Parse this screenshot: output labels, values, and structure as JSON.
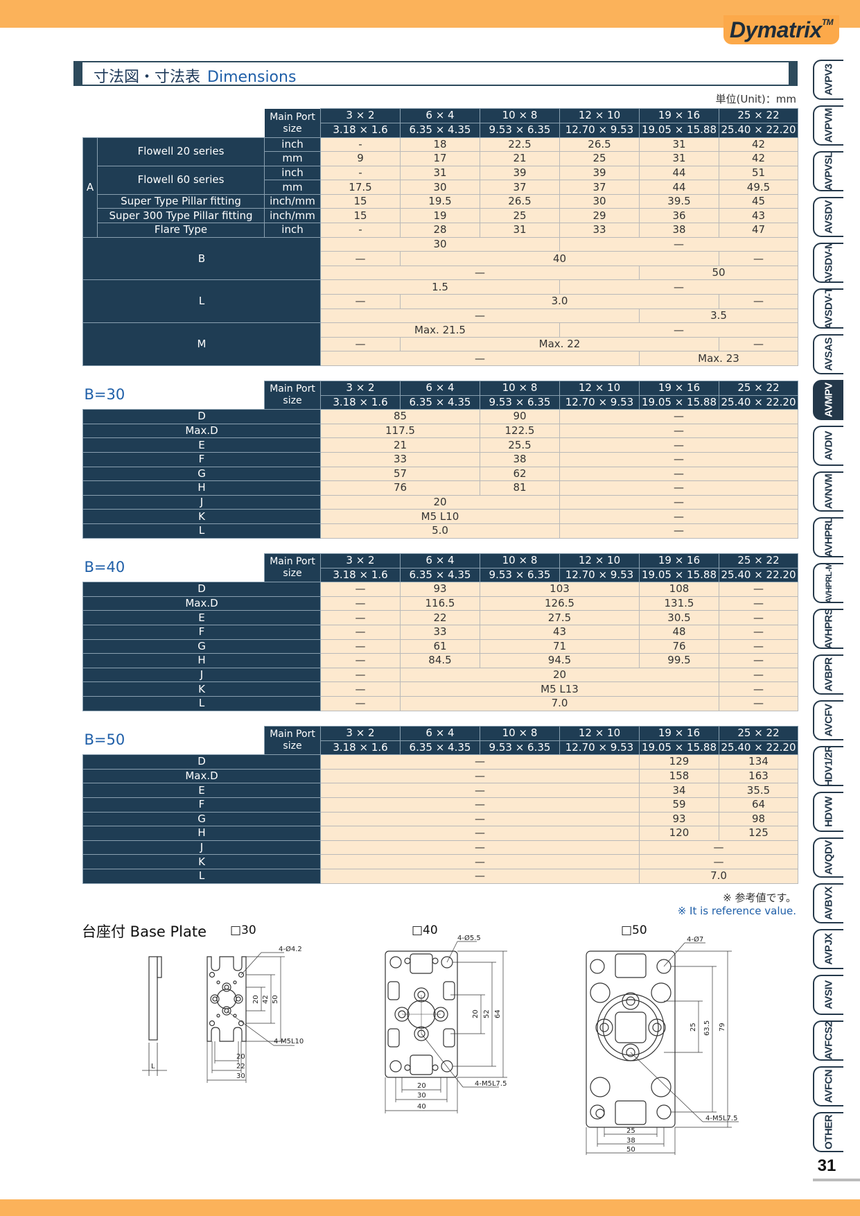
{
  "brand": "Dymatrix",
  "brand_tm": "TM",
  "title_jp": "寸法図・寸法表",
  "title_en": "Dimensions",
  "unit": "単位(Unit)：mm",
  "hdr": {
    "main_port": "Main Port",
    "size": "size",
    "nominal": [
      "3 × 2",
      "6 × 4",
      "10 × 8",
      "12 × 10",
      "19 × 16",
      "25 × 22"
    ],
    "mm": [
      "3.18 × 1.6",
      "6.35 × 4.35",
      "9.53 × 6.35",
      "12.70 × 9.53",
      "19.05 × 15.88",
      "25.40 × 22.20"
    ]
  },
  "main": {
    "A": "A",
    "fw20": "Flowell 20 series",
    "fw60": "Flowell 60 series",
    "super": "Super Type Pillar fitting",
    "super300": "Super 300 Type Pillar fitting",
    "flare": "Flare Type",
    "inch": "inch",
    "mm": "mm",
    "inchmm": "inch/mm",
    "fw20_inch": [
      "-",
      "18",
      "22.5",
      "26.5",
      "31",
      "42"
    ],
    "fw20_mm": [
      "9",
      "17",
      "21",
      "25",
      "31",
      "42"
    ],
    "fw60_inch": [
      "-",
      "31",
      "39",
      "39",
      "44",
      "51"
    ],
    "fw60_mm": [
      "17.5",
      "30",
      "37",
      "37",
      "44",
      "49.5"
    ],
    "super_v": [
      "15",
      "19.5",
      "26.5",
      "30",
      "39.5",
      "45"
    ],
    "super300_v": [
      "15",
      "19",
      "25",
      "29",
      "36",
      "43"
    ],
    "flare_v": [
      "-",
      "28",
      "31",
      "33",
      "38",
      "47"
    ],
    "B": "B",
    "L": "L",
    "M": "M",
    "dash": "—",
    "B_r1": "30",
    "B_r2": "40",
    "B_r3": "50",
    "L_r1": "1.5",
    "L_r2": "3.0",
    "L_r3": "3.5",
    "M_r1": "Max. 21.5",
    "M_r2": "Max. 22",
    "M_r3": "Max. 23"
  },
  "b30": {
    "label": "B=30",
    "rows": [
      "D",
      "Max.D",
      "E",
      "F",
      "G",
      "H",
      "J",
      "K",
      "L"
    ],
    "c1": [
      "85",
      "117.5",
      "21",
      "33",
      "57",
      "76"
    ],
    "c2": [
      "90",
      "122.5",
      "25.5",
      "38",
      "62",
      "81"
    ],
    "J": "20",
    "K": "M5 L10",
    "L": "5.0"
  },
  "b40": {
    "label": "B=40",
    "rows": [
      "D",
      "Max.D",
      "E",
      "F",
      "G",
      "H",
      "J",
      "K",
      "L"
    ],
    "c6": [
      "93",
      "116.5",
      "22",
      "33",
      "61",
      "84.5"
    ],
    "c10": [
      "103",
      "126.5",
      "27.5",
      "43",
      "71",
      "94.5"
    ],
    "c19": [
      "108",
      "131.5",
      "30.5",
      "48",
      "76",
      "99.5"
    ],
    "J": "20",
    "K": "M5 L13",
    "L": "7.0"
  },
  "b50": {
    "label": "B=50",
    "rows": [
      "D",
      "Max.D",
      "E",
      "F",
      "G",
      "H",
      "J",
      "K",
      "L"
    ],
    "c19": [
      "129",
      "158",
      "34",
      "59",
      "93",
      "120"
    ],
    "c25": [
      "134",
      "163",
      "35.5",
      "64",
      "98",
      "125"
    ],
    "L": "7.0"
  },
  "note_jp": "※ 参考値です。",
  "note_en": "※ It is reference value.",
  "base_plate": {
    "title": "台座付  Base Plate",
    "s30": "□30",
    "s40": "□40",
    "s50": "□50",
    "d30": {
      "holes": "4-Ø4.2",
      "tap": "4-M5L10",
      "h1": "20",
      "h2": "42",
      "h3": "50",
      "w1": "20",
      "w2": "22",
      "w3": "30",
      "side": "L"
    },
    "d40": {
      "holes": "4-Ø5.5",
      "tap": "4-M5L7.5",
      "h1": "20",
      "h2": "52",
      "h3": "64",
      "w1": "20",
      "w2": "30",
      "w3": "40"
    },
    "d50": {
      "holes": "4-Ø7",
      "tap": "4-M5L7.5",
      "h1": "25",
      "h2": "63.5",
      "h3": "79",
      "w1": "25",
      "w2": "38",
      "w3": "50"
    }
  },
  "tabs": [
    "AVPV3",
    "AVPVM",
    "AVPVSL",
    "AVSDV",
    "AVSDV-M",
    "AVSDV-T",
    "AVSAS",
    "AVMPV",
    "AVDIV",
    "AVNVM",
    "AVHPRL",
    "AVHPRL-M",
    "AVHPRS",
    "AVBPR",
    "AVCFV",
    "HDV1/2R",
    "HDVW",
    "AVQDV",
    "AVBVX",
    "AVPJX",
    "AVSIV",
    "AVFCS2",
    "AVFCN",
    "OTHER"
  ],
  "active_tab": "AVMPV",
  "page_number": "31"
}
